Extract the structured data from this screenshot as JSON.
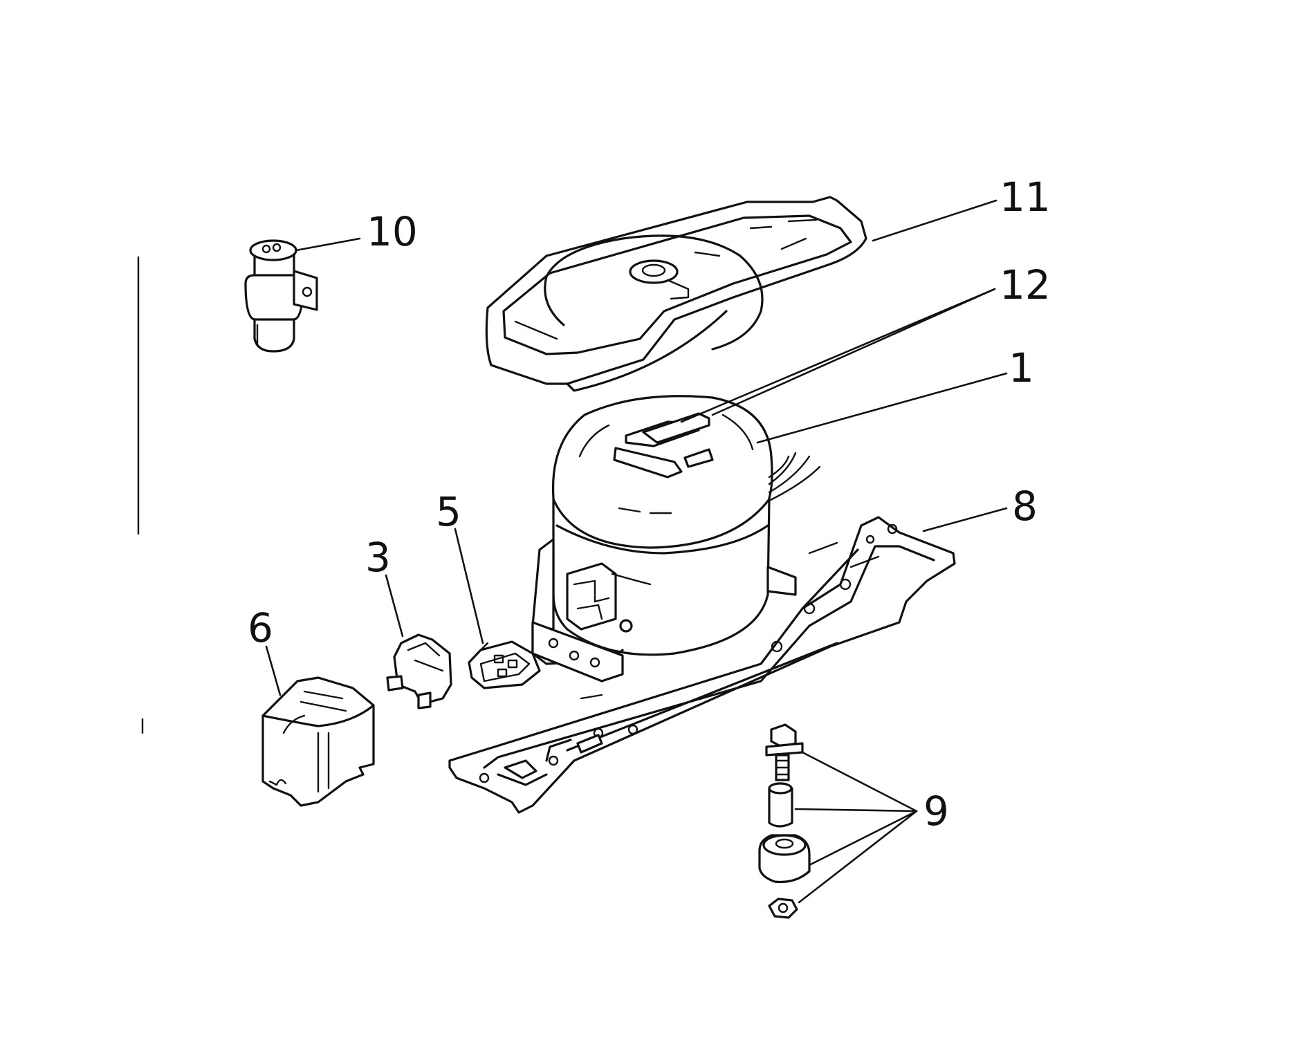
{
  "diagram": {
    "callouts": {
      "c1": "1",
      "c3": "3",
      "c5": "5",
      "c6": "6",
      "c8": "8",
      "c9": "9",
      "c10": "10",
      "c11": "11",
      "c12": "12"
    }
  }
}
